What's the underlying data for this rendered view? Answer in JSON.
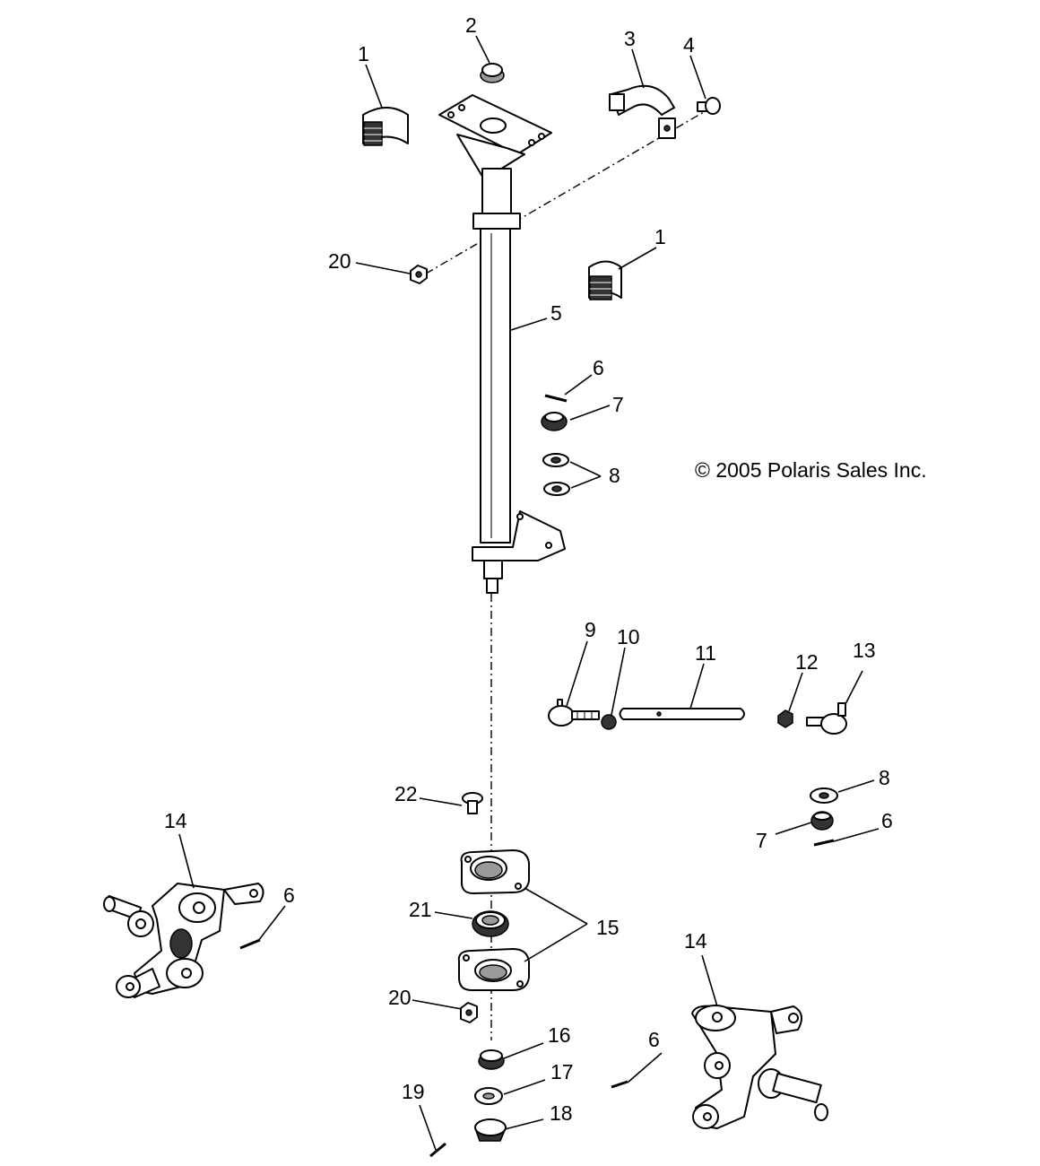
{
  "copyright": "© 2005 Polaris Sales Inc.",
  "callouts": [
    {
      "id": "c1a",
      "text": "1"
    },
    {
      "id": "c2",
      "text": "2"
    },
    {
      "id": "c3",
      "text": "3"
    },
    {
      "id": "c4",
      "text": "4"
    },
    {
      "id": "c20a",
      "text": "20"
    },
    {
      "id": "c1b",
      "text": "1"
    },
    {
      "id": "c5",
      "text": "5"
    },
    {
      "id": "c6a",
      "text": "6"
    },
    {
      "id": "c7a",
      "text": "7"
    },
    {
      "id": "c8a",
      "text": "8"
    },
    {
      "id": "c9",
      "text": "9"
    },
    {
      "id": "c10",
      "text": "10"
    },
    {
      "id": "c11",
      "text": "11"
    },
    {
      "id": "c12",
      "text": "12"
    },
    {
      "id": "c13",
      "text": "13"
    },
    {
      "id": "c8b",
      "text": "8"
    },
    {
      "id": "c7b",
      "text": "7"
    },
    {
      "id": "c6b",
      "text": "6"
    },
    {
      "id": "c22",
      "text": "22"
    },
    {
      "id": "c14a",
      "text": "14"
    },
    {
      "id": "c6c",
      "text": "6"
    },
    {
      "id": "c21",
      "text": "21"
    },
    {
      "id": "c15",
      "text": "15"
    },
    {
      "id": "c14b",
      "text": "14"
    },
    {
      "id": "c20b",
      "text": "20"
    },
    {
      "id": "c16",
      "text": "16"
    },
    {
      "id": "c6d",
      "text": "6"
    },
    {
      "id": "c17",
      "text": "17"
    },
    {
      "id": "c19",
      "text": "19"
    },
    {
      "id": "c18",
      "text": "18"
    }
  ]
}
